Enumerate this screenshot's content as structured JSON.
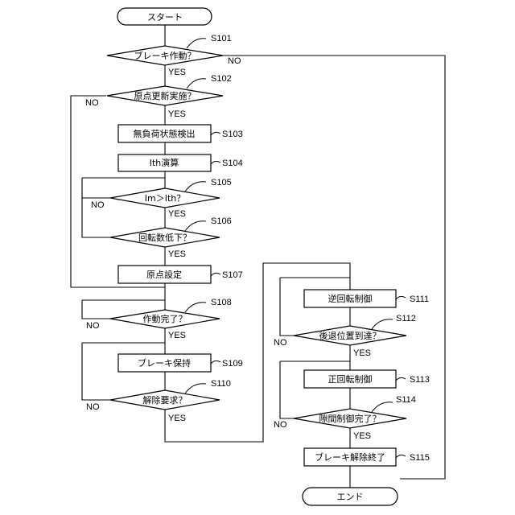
{
  "flowchart": {
    "start": "スタート",
    "end": "エンド",
    "nodes": {
      "s101": {
        "text": "ブレーキ作動？",
        "step": "S101"
      },
      "s102": {
        "text": "原点更新実施？",
        "step": "S102"
      },
      "s103": {
        "text": "無負荷状態検出",
        "step": "S103"
      },
      "s104": {
        "text": "Ith演算",
        "step": "S104"
      },
      "s105": {
        "text": "Im＞Ith？",
        "step": "S105"
      },
      "s106": {
        "text": "回転数低下？",
        "step": "S106"
      },
      "s107": {
        "text": "原点設定",
        "step": "S107"
      },
      "s108": {
        "text": "作動完了？",
        "step": "S108"
      },
      "s109": {
        "text": "ブレーキ保持",
        "step": "S109"
      },
      "s110": {
        "text": "解除要求？",
        "step": "S110"
      },
      "s111": {
        "text": "逆回転制御",
        "step": "S111"
      },
      "s112": {
        "text": "後退位置到達？",
        "step": "S112"
      },
      "s113": {
        "text": "正回転制御",
        "step": "S113"
      },
      "s114": {
        "text": "隙間制御完了？",
        "step": "S114"
      },
      "s115": {
        "text": "ブレーキ解除終了",
        "step": "S115"
      }
    },
    "labels": {
      "yes": "YES",
      "no": "NO"
    }
  }
}
